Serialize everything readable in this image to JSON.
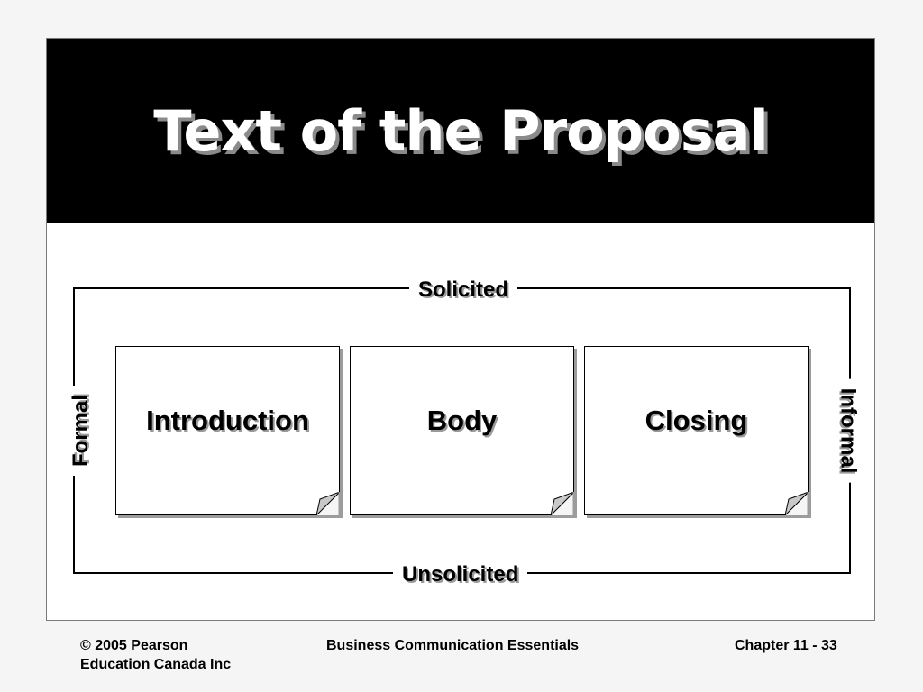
{
  "title": "Text of the Proposal",
  "axes": {
    "top": "Solicited",
    "bottom": "Unsolicited",
    "left": "Formal",
    "right": "Informal"
  },
  "sections": [
    {
      "label": "Introduction"
    },
    {
      "label": "Body"
    },
    {
      "label": "Closing"
    }
  ],
  "footer": {
    "left_line1": "© 2005 Pearson",
    "left_line2": "Education Canada Inc",
    "center": "Business Communication Essentials",
    "right": "Chapter 11 - 33"
  },
  "colors": {
    "title_bar": "#000000",
    "title_text": "#ffffff",
    "shadow": "#9a9a9a"
  }
}
